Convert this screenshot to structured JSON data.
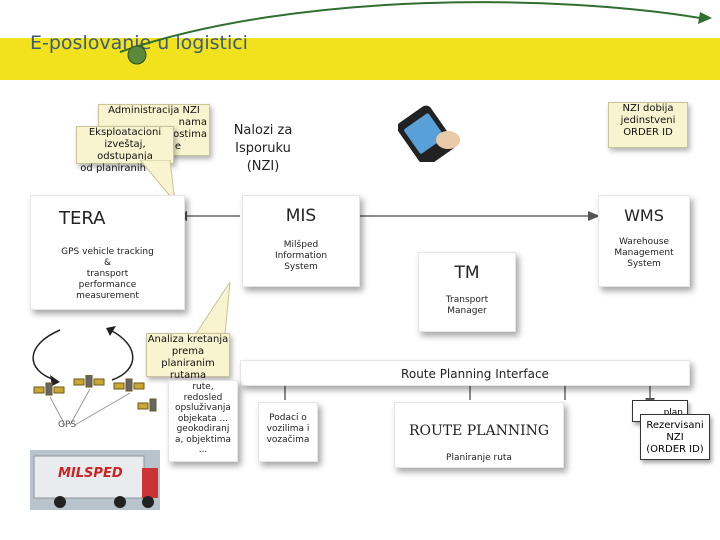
{
  "title": "E-poslovanje u logistici",
  "callouts": {
    "admin_line1": "Administracija NZI",
    "admin_line2": "nama",
    "admin_line3": "nostima",
    "admin_line4": "e",
    "eksploatacioni_line1": "Eksploatacioni",
    "eksploatacioni_line2": "izveštaj, odstupanja",
    "eksploatacioni_line3": "od planiranih ruta",
    "nzi_line1": "NZI dobija",
    "nzi_line2": "jedinstveni",
    "nzi_line3": "ORDER ID",
    "analiza_line1": "Analiza kretanja",
    "analiza_line2": "prema planiranim",
    "analiza_line3": "rutama"
  },
  "nalozi": {
    "line1": "Nalozi za",
    "line2": "Isporuku",
    "line3": "(NZI)"
  },
  "tera": {
    "title": "TERA",
    "line1": "GPS vehicle tracking",
    "line2": "&",
    "line3": "transport",
    "line4": "performance",
    "line5": "measurement"
  },
  "mis": {
    "title": "MIS",
    "line1": "Milšped",
    "line2": "Information",
    "line3": "System"
  },
  "wms": {
    "title": "WMS",
    "line1": "Warehouse",
    "line2": "Management",
    "line3": "System"
  },
  "tm": {
    "title": "TM",
    "line1": "Transport",
    "line2": "Manager"
  },
  "route_interface": {
    "label": "Route Planning Interface"
  },
  "ruta_box": {
    "line1": "rute,",
    "line2": "redosled",
    "line3": "opsluživanja",
    "line4": "objekata ...",
    "line5": "geokodiranj",
    "line6": "a, objektima",
    "line7": "..."
  },
  "podaci": {
    "line1": "Podaci o",
    "line2": "vozilima i",
    "line3": "vozačima"
  },
  "route_planning": {
    "title": "ROUTE PLANNING",
    "sub": "Planiranje ruta"
  },
  "reserved": {
    "top": "plan",
    "line1": "Rezervisani",
    "line2": "NZI",
    "line3": "(ORDER ID)"
  },
  "gps_label": "GPS",
  "truck_brand": "MILSPED",
  "colors": {
    "title_band": "#f2e21e",
    "title_text": "#3a5b7a",
    "arrow_green": "#2f6f2f",
    "callout_fill": "#f8f4cf"
  }
}
